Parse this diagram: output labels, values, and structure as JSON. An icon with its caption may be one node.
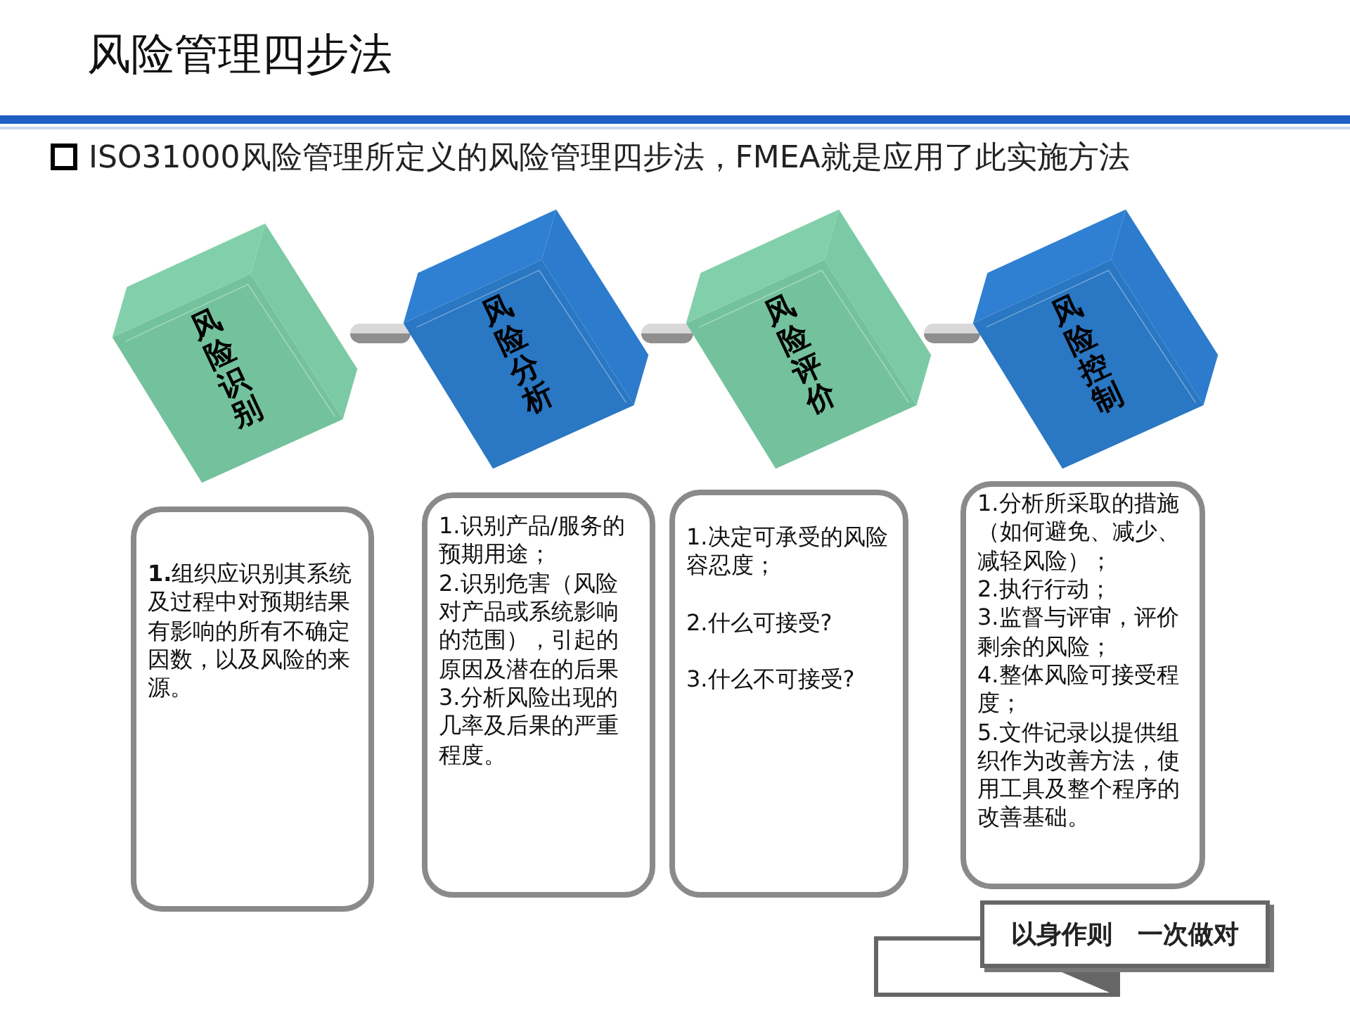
{
  "diagram": {
    "title": "风险管理四步法",
    "nodes": [
      {
        "text": [
          "风险识别"
        ]
      },
      {
        "text": [
          "风险分析"
        ]
      },
      {
        "text": [
          "风险评价"
        ]
      },
      {
        "text": [
          "风险控制"
        ]
      },
      {
        "text": [
          "**1.**组织应识别其系统及过程中对预期结果有影响的所有不确定因数，以及风险的来源。"
        ]
      },
      {
        "text": [
          "1.识别产品/服务的预期用途；",
          "2.识别危害（风险对产品或系统影响的范围），引起的原因及潜在的后果",
          "3.分析风险出现的几率及后果的严重程度。"
        ]
      },
      {
        "text": [
          "1.决定可承受的风险容忍度；",
          "2.什么可接受?",
          "3.什么不可接受?"
        ]
      },
      {
        "text": [
          "1.分析所采取的措施（如何避免、减少、减轻风险）；",
          "2.执行行动；",
          "3.监督与评审，评价剩余的风险；",
          "4.整体风险可接受程度；",
          "5.文件记录以提供组织作为改善方法，使用工具及整个程序的改善基础。"
        ]
      },
      {
        "text": [
          "以身作则　一次做对"
        ]
      }
    ],
    "edges": [
      {
        "from": 0,
        "to": 1,
        "arrow": "none",
        "style": "thick"
      },
      {
        "from": 1,
        "to": 2,
        "arrow": "none",
        "style": "thick"
      },
      {
        "from": 2,
        "to": 3,
        "arrow": "none",
        "style": "thick"
      }
    ],
    "labels": [
      "ISO31000风险管理所定义的风险管理四步法，FMEA就是应用了此实施方法"
    ]
  }
}
